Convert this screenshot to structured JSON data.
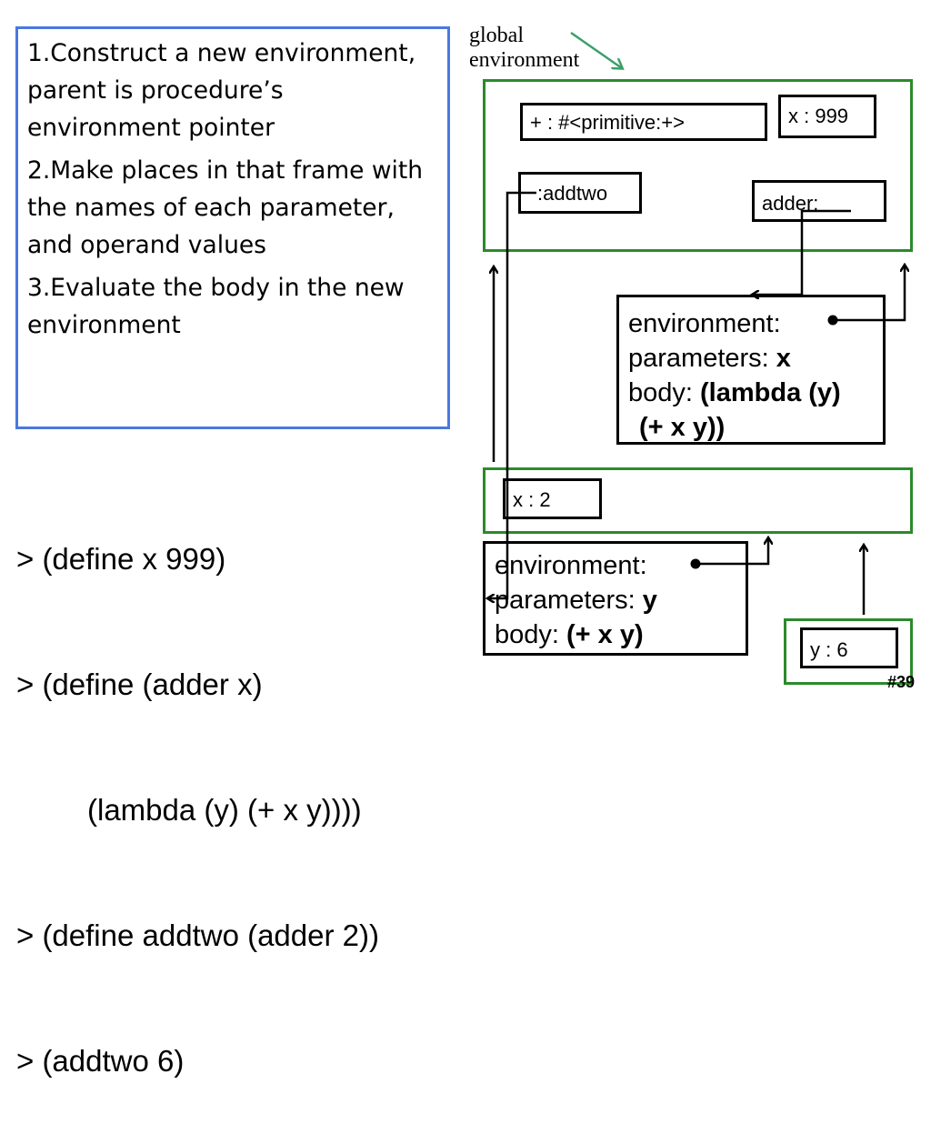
{
  "steps": [
    "1.Construct a new environment, parent is procedure’s environment pointer",
    "2.Make places in that frame with the names of each parameter, and operand values",
    "3.Evaluate the body in the new environment"
  ],
  "code": [
    "> (define x 999)",
    "> (define (adder x)",
    "(lambda (y) (+ x y))))",
    "> (define addtwo (adder 2))",
    "> (addtwo 6)"
  ],
  "global_label": [
    "global",
    "environment"
  ],
  "global_frame": {
    "bindings": {
      "plus": "+ : #<primitive:+>",
      "x": "x : 999",
      "addtwo": ":addtwo",
      "adder": "adder:"
    }
  },
  "adder_procedure": {
    "environment_label": "environment:",
    "parameters_label": "parameters:",
    "parameters_value": "x",
    "body_label": "body:",
    "body_line1": "(lambda (y)",
    "body_line2": "(+ x y))"
  },
  "adder_frame": {
    "binding": "x : 2"
  },
  "lambda_procedure": {
    "environment_label": "environment:",
    "parameters_label": "parameters:",
    "parameters_value": "y",
    "body_label": "body:",
    "body_value": "(+ x y)"
  },
  "call_frame": {
    "binding": "y : 6"
  },
  "slide_number": "#39",
  "colors": {
    "steps_border": "#4a78e0",
    "frame_border": "#2b8a2b",
    "label_arrow": "#3aa06a"
  }
}
